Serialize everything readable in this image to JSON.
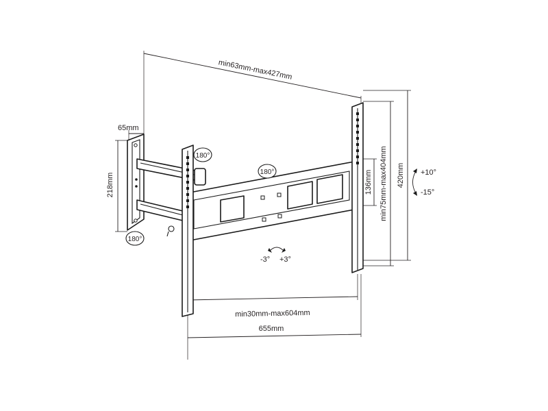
{
  "diagram": {
    "dim_depth_range": "min63mm-max427mm",
    "dim_plate_depth": "65mm",
    "dim_plate_height": "218mm",
    "dim_vesa_width_range": "min30mm-max604mm",
    "dim_total_width": "655mm",
    "dim_bracket_height": "420mm",
    "dim_vesa_height_range": "min75mm-max404mm",
    "dim_rail_height": "136mm",
    "tilt_up": "+10°",
    "tilt_down": "-15°",
    "level_minus": "-3°",
    "level_plus": "+3°",
    "rotation_upper_joint": "180°",
    "rotation_arm": "180°",
    "rotation_wall_joint": "180°"
  }
}
